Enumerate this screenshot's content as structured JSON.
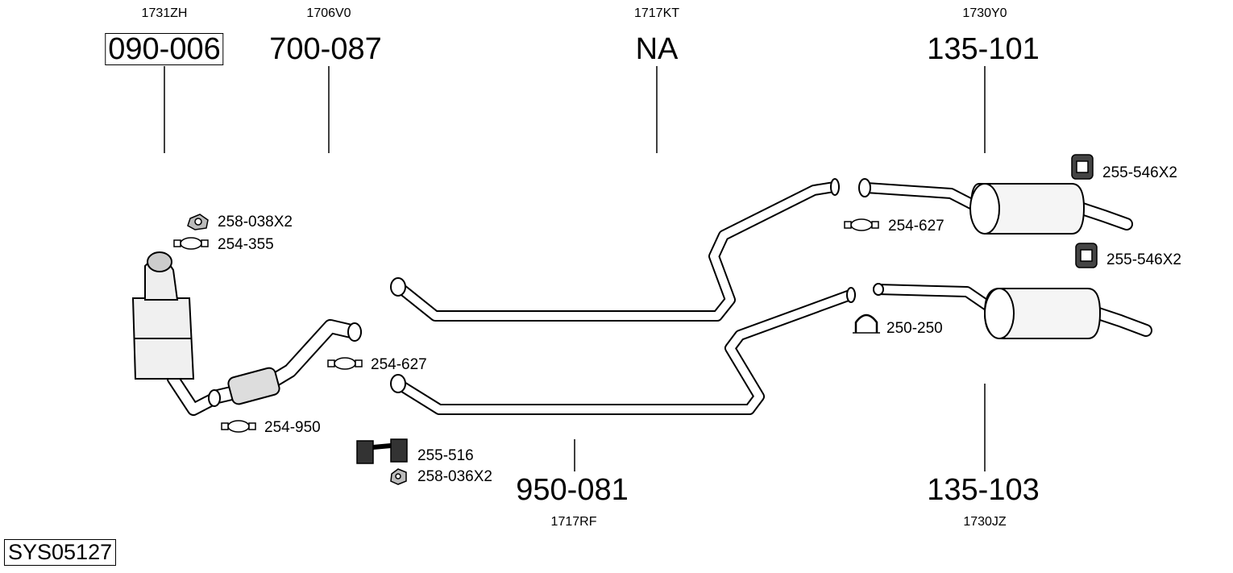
{
  "system_id": "SYS05127",
  "top_parts": [
    {
      "code": "1731ZH",
      "part": "090-006",
      "boxed": true
    },
    {
      "code": "1706V0",
      "part": "700-087"
    },
    {
      "code": "1717KT",
      "part": "NA"
    },
    {
      "code": "1730Y0",
      "part": "135-101"
    }
  ],
  "bottom_parts": [
    {
      "code": "1717RF",
      "part": "950-081"
    },
    {
      "code": "1730JZ",
      "part": "135-103"
    }
  ],
  "accessories": [
    {
      "label": "258-038X2",
      "icon": "nut-icon"
    },
    {
      "label": "254-355",
      "icon": "clamp-icon"
    },
    {
      "label": "254-627",
      "icon": "clamp-icon"
    },
    {
      "label": "254-950",
      "icon": "clamp-icon"
    },
    {
      "label": "255-516",
      "icon": "mounting-bracket-icon"
    },
    {
      "label": "258-036X2",
      "icon": "nut-icon"
    },
    {
      "label": "255-546X2",
      "icon": "rubber-hanger-icon"
    },
    {
      "label": "254-627",
      "icon": "clamp-icon"
    },
    {
      "label": "255-546X2",
      "icon": "rubber-hanger-icon"
    },
    {
      "label": "250-250",
      "icon": "u-clamp-icon"
    }
  ]
}
